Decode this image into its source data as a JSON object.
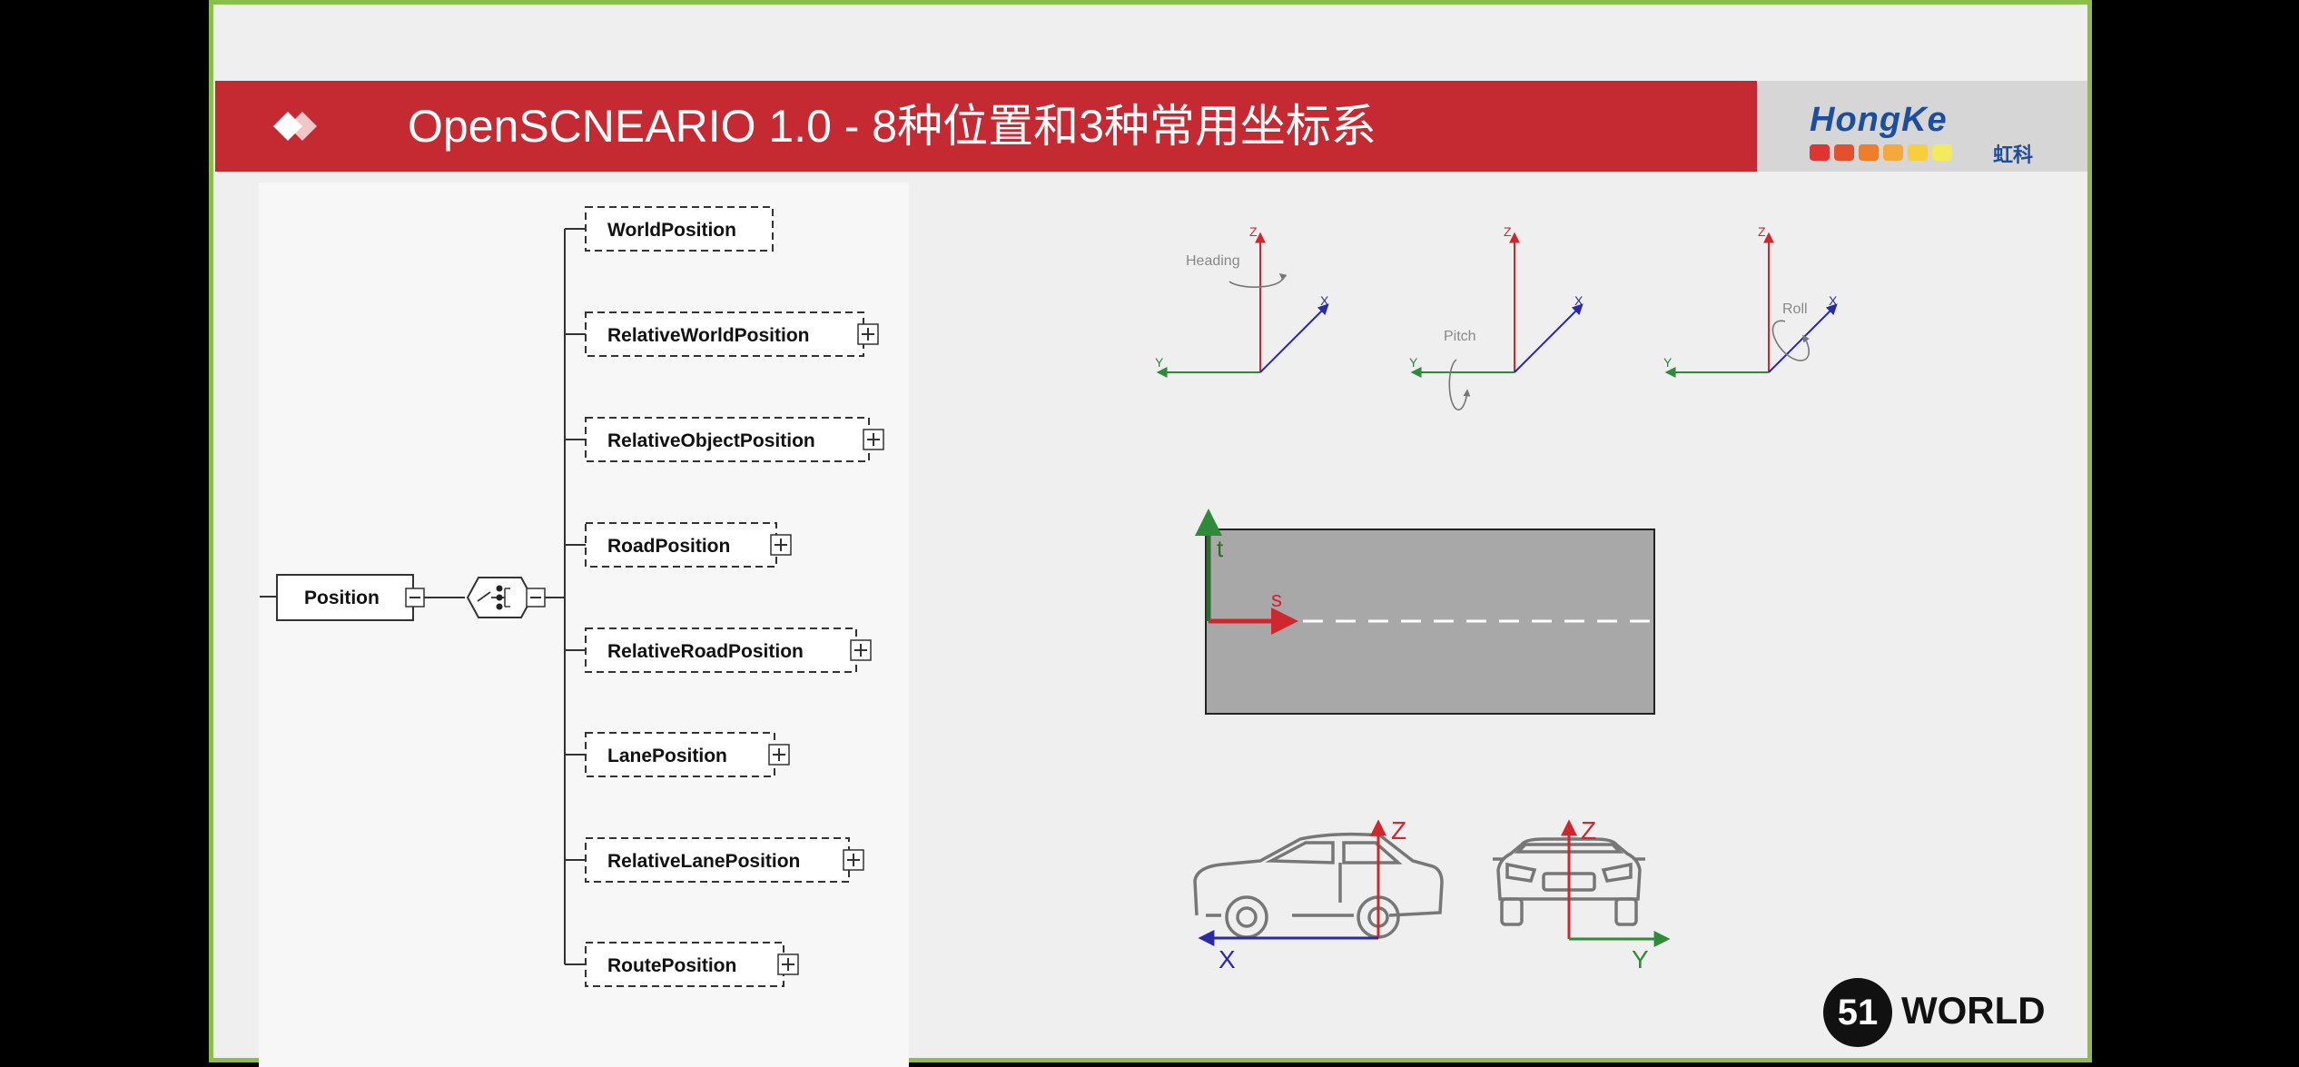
{
  "slide": {
    "title": "OpenSCNEARIO 1.0 - 8种位置和3种常用坐标系"
  },
  "logo": {
    "name": "HongKe",
    "cn": "虹科",
    "dot_colors": [
      "#e0342f",
      "#e4502c",
      "#ef7e2a",
      "#f6a93b",
      "#f7cf3c",
      "#f3eb5b"
    ]
  },
  "brand": {
    "circle": "51",
    "word": "WORLD"
  },
  "tree": {
    "root": "Position",
    "children": [
      "WorldPosition",
      "RelativeWorldPosition",
      "RelativeObjectPosition",
      "RoadPosition",
      "RelativeRoadPosition",
      "LanePosition",
      "RelativeLanePosition",
      "RoutePosition"
    ]
  },
  "axes": {
    "z": "Z",
    "x": "X",
    "y": "Y",
    "rotations": [
      "Heading",
      "Pitch",
      "Roll"
    ]
  },
  "road": {
    "t": "t",
    "s": "s"
  },
  "vehicle": {
    "z": "Z",
    "x": "X",
    "y": "Y"
  },
  "colors": {
    "title_band": "#c52a33",
    "axis_z": "#d0262d",
    "axis_x": "#2a2aa8",
    "axis_y": "#2e8b3a",
    "road": "#a8a8a8"
  }
}
